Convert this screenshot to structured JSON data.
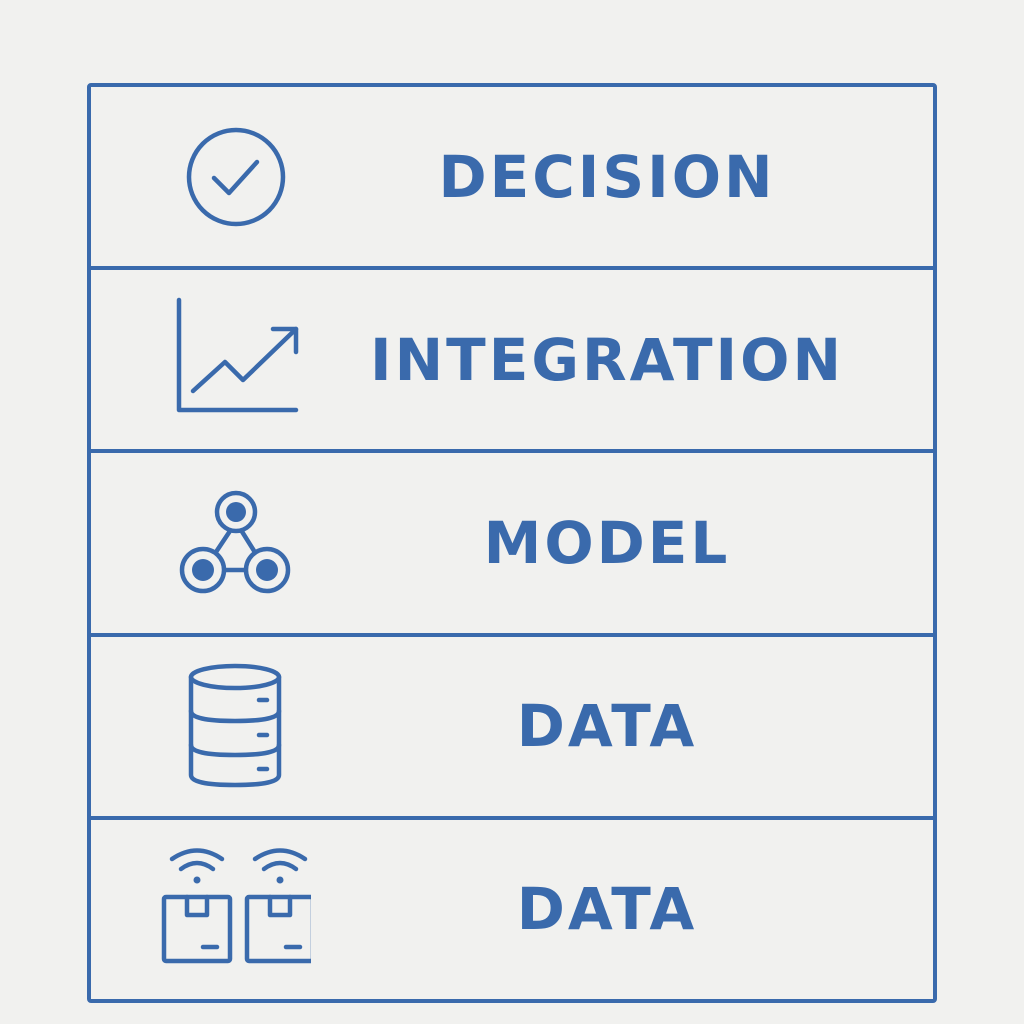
{
  "layers": [
    {
      "label": "DECISION",
      "icon": "check-circle-icon"
    },
    {
      "label": "INTEGRATION",
      "icon": "trend-chart-icon"
    },
    {
      "label": "MODEL",
      "icon": "network-graph-icon"
    },
    {
      "label": "DATA",
      "icon": "database-icon"
    },
    {
      "label": "DATA",
      "icon": "iot-devices-icon"
    }
  ],
  "colors": {
    "accent": "#3a6aac",
    "background": "#f1f1ef"
  }
}
